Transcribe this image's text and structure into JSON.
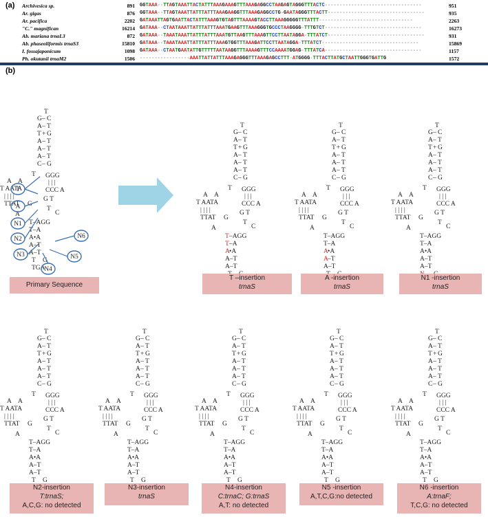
{
  "panel_a": {
    "label": "(a)",
    "rows": [
      {
        "species": "Archivesica sp.",
        "start": "891",
        "seq": "GGTAAA--TTAGTAAATTACTATTTAAAGAAAGTTTAAAGAGGCCTAAGAGTAGGGTTTACTC---------------------------------",
        "end": "951"
      },
      {
        "species": "Ar. gigas",
        "start": "876",
        "seq": "GGTAAA--TTAGTAAATTATTTATTTAAAGAAGGTTTAAAGAGGCCTG-GAATAGGGTTTACTT---------------------------------",
        "end": "935"
      },
      {
        "species": "Ar. pacifica",
        "start": "2202",
        "seq": "GATAAATTAGTGAATTACTATTTAAAGTGTAGTTTAAAAGTACCTTAAAGGGGGTTTATTT--------------------------------",
        "end": "2263"
      },
      {
        "species": "\"C.\" magnifican",
        "start": "16214",
        "seq": "GATAAA--CTAATAAATTATTTATTTAAATGAAGTTTAAAGGGTGCCCTAAGGGG-TTTGTCT---------------------------------",
        "end": "16273"
      },
      {
        "species": "Ab. mariana trnaL3",
        "start": "872",
        "seq": "GATAAA--TAAATAAATTATTTATTTAAATGTTAAGTTTAAAGTTCCTTAATAGGA-TTTATCT---------------------------------",
        "end": "931"
      },
      {
        "species": "Ab. phaseoliformis trnaS3",
        "start": "15810",
        "seq": "GATAAA--TAAATAAATTATTTATTTAAAGTGGTTTAAAGATTCCTTAATAGGA-TTTATCT---------------------------------",
        "end": "15869"
      },
      {
        "species": "I. fossajaponicum",
        "start": "1098",
        "seq": "GATAAA--CTAATGAATATTGTTTTTAATAAGGTTTAAAAGTTTCCAAAATGGAG-TTTATCA---------------------------------",
        "end": "1157"
      },
      {
        "species": "Ph. okutanii trnaM2",
        "start": "1506",
        "seq": "-----------------AAATTATTATTTAAAGAGGGTTTAAAGAGCCTTT-ATGGGG-TTTACTTATGCTAATTGGGTGATTG",
        "end": "1572"
      }
    ]
  },
  "panel_b": {
    "label": "(b)",
    "stem_left": [
      "G",
      "A",
      "T",
      "A",
      "A",
      "A",
      "C"
    ],
    "stem_right": [
      "C",
      "T",
      "G",
      "T",
      "T",
      "T",
      "G"
    ],
    "apex": "T",
    "pair_marks": [
      "–",
      "–",
      "+",
      "–",
      "–",
      "–",
      "–"
    ],
    "mid_left_top": "A",
    "mid_right_top": "A",
    "mid_loop_left": "T  AATA",
    "mid_bars_left": "| | | |",
    "mid_loop_left2": "TTAT",
    "mid_t": "T",
    "mid_ggg": "GGG",
    "mid_bars_right": "| | |",
    "mid_ccc": "CCC  A",
    "mid_gt": "G    T",
    "mid_t2": "T",
    "mid_a": "A",
    "mid_g": "G",
    "mid_c": "C",
    "bottom_rows": [
      "T–AGG",
      "T–A",
      "A•A",
      "A–T",
      "A–T"
    ],
    "tail_left": "T",
    "tail_right": "G",
    "tail_end": "TGA",
    "arrow_label": "",
    "primary": {
      "markers": [
        "T",
        "A",
        "N1",
        "N2",
        "N3",
        "N4",
        "N5",
        "N6"
      ],
      "label": "Primary Sequence"
    },
    "boxes": [
      {
        "title": "T –insertion",
        "subtitle": "trnaS",
        "note": ""
      },
      {
        "title": "A -insertion",
        "subtitle": "trnaS",
        "note": ""
      },
      {
        "title": "N1 -insertion",
        "subtitle": "trnaS",
        "note": ""
      },
      {
        "title": "N2-insertion",
        "subtitle": "T:trnaS;",
        "note": "A,C,G: no detected"
      },
      {
        "title": "N3-insertion",
        "subtitle": "trnaS",
        "note": ""
      },
      {
        "title": "N4-insertion",
        "subtitle": "C:trnaC; G:trnaS",
        "note": "A,T: no detected"
      },
      {
        "title": "N5 -insertion",
        "subtitle": "",
        "note": "A,T,C,G:no detected"
      },
      {
        "title": "N6 -insertion",
        "subtitle": "A:trnaF;",
        "note": "T,C,G: no detected"
      }
    ]
  },
  "colors": {
    "accent_red": "#d42020",
    "box_pink": "#e8b4b4",
    "arrow_blue": "#9fd3e6",
    "circle_blue": "#3a6fb5",
    "divider": "#1f3d66"
  }
}
